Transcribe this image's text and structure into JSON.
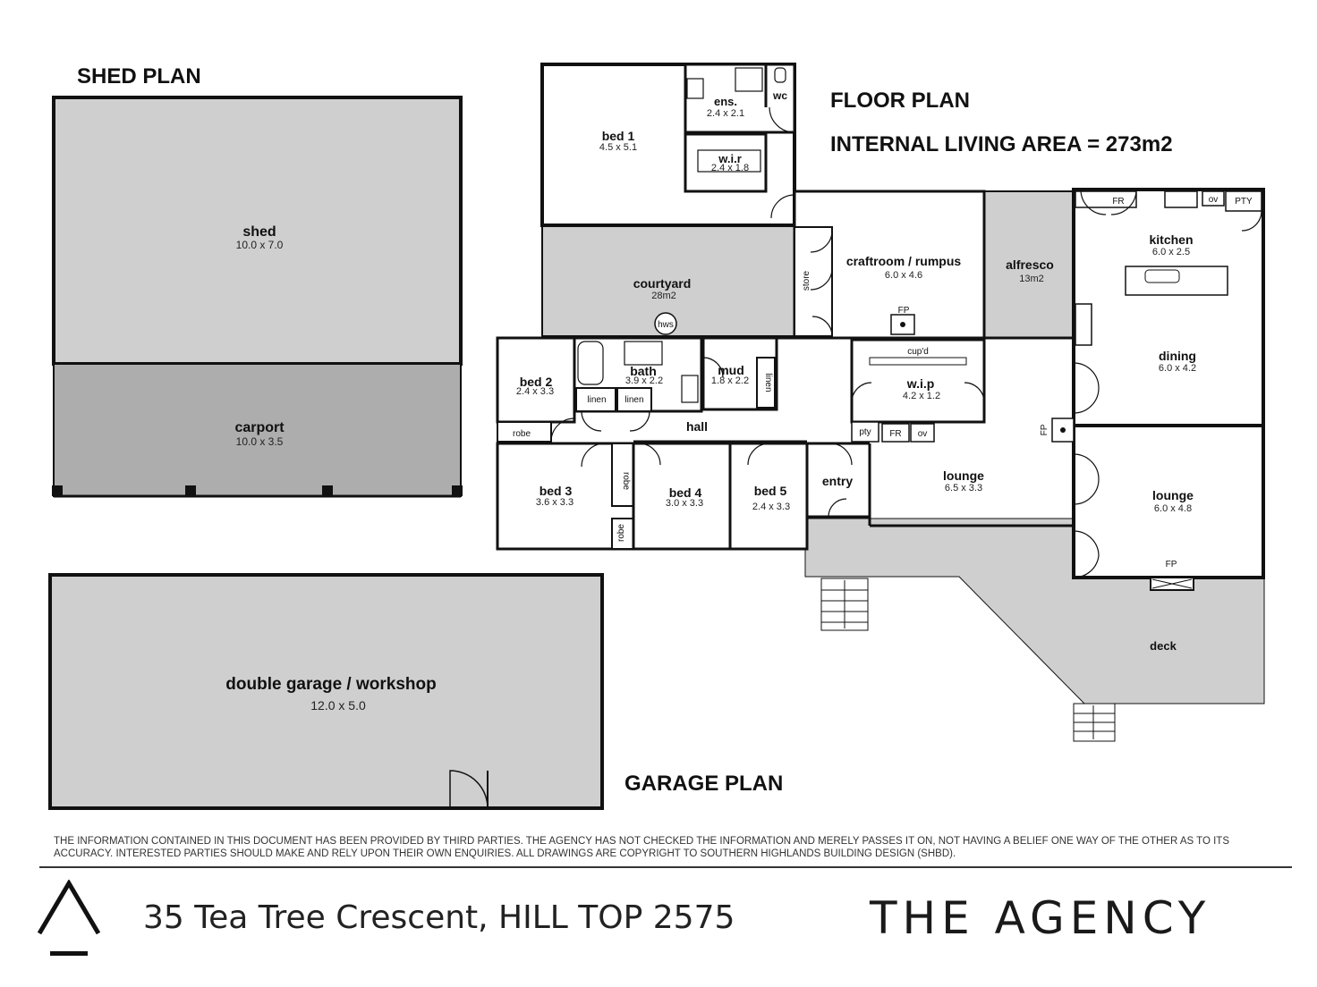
{
  "headings": {
    "shed_plan": "SHED PLAN",
    "floor_plan": "FLOOR PLAN",
    "living_area": "INTERNAL LIVING AREA = 273m2",
    "garage_plan": "GARAGE PLAN"
  },
  "shed_plan": {
    "shed": {
      "name": "shed",
      "dims": "10.0 x 7.0"
    },
    "carport": {
      "name": "carport",
      "dims": "10.0 x 3.5"
    }
  },
  "garage_plan": {
    "garage": {
      "name": "double garage / workshop",
      "dims": "12.0 x 5.0"
    }
  },
  "floor_plan": {
    "rooms": {
      "bed1": {
        "name": "bed 1",
        "dims": "4.5 x 5.1"
      },
      "ens": {
        "name": "ens.",
        "dims": "2.4 x 2.1"
      },
      "wc": {
        "name": "wc"
      },
      "wir": {
        "name": "w.i.r",
        "dims": "2.4 x 1.8"
      },
      "courtyard": {
        "name": "courtyard",
        "dims": "28m2"
      },
      "hws": {
        "name": "hws"
      },
      "store": {
        "name": "store"
      },
      "craftroom": {
        "name": "craftroom / rumpus",
        "dims": "6.0 x 4.6"
      },
      "alfresco": {
        "name": "alfresco",
        "dims": "13m2"
      },
      "kitchen": {
        "name": "kitchen",
        "dims": "6.0 x 2.5"
      },
      "fr": {
        "name": "FR"
      },
      "ov": {
        "name": "ov"
      },
      "pty": {
        "name": "PTY"
      },
      "dining": {
        "name": "dining",
        "dims": "6.0 x 4.2"
      },
      "bed2": {
        "name": "bed 2",
        "dims": "2.4 x 3.3"
      },
      "bath": {
        "name": "bath",
        "dims": "3.9 x 2.2"
      },
      "mud": {
        "name": "mud",
        "dims": "1.8 x 2.2"
      },
      "linen1": {
        "name": "linen"
      },
      "linen2": {
        "name": "linen"
      },
      "linen3": {
        "name": "linen"
      },
      "robe1": {
        "name": "robe"
      },
      "hall": {
        "name": "hall"
      },
      "wip": {
        "name": "w.i.p",
        "dims": "4.2 x 1.2"
      },
      "cupd": {
        "name": "cup'd"
      },
      "pty2": {
        "name": "pty"
      },
      "fr2": {
        "name": "FR"
      },
      "ov2": {
        "name": "ov"
      },
      "fp_craft": {
        "name": "FP"
      },
      "fp_dining": {
        "name": "FP"
      },
      "fp_lounge": {
        "name": "FP"
      },
      "bed3": {
        "name": "bed 3",
        "dims": "3.6 x 3.3"
      },
      "robe2": {
        "name": "robe"
      },
      "robe3": {
        "name": "robe"
      },
      "bed4": {
        "name": "bed 4",
        "dims": "3.0 x 3.3"
      },
      "bed5": {
        "name": "bed 5",
        "dims": "2.4 x 3.3"
      },
      "entry": {
        "name": "entry"
      },
      "lounge1": {
        "name": "lounge",
        "dims": "6.5 x 3.3"
      },
      "lounge2": {
        "name": "lounge",
        "dims": "6.0 x 4.8"
      },
      "deck": {
        "name": "deck"
      }
    }
  },
  "disclaimer": "THE INFORMATION CONTAINED IN THIS DOCUMENT HAS BEEN PROVIDED BY THIRD PARTIES. THE AGENCY HAS NOT CHECKED THE INFORMATION AND MERELY PASSES IT ON, NOT HAVING A BELIEF ONE WAY OF THE OTHER AS TO ITS ACCURACY. INTERESTED PARTIES SHOULD MAKE AND RELY UPON THEIR OWN ENQUIRIES. ALL DRAWINGS ARE COPYRIGHT TO SOUTHERN HIGHLANDS BUILDING DESIGN (SHBD).",
  "footer": {
    "address": "35 Tea Tree Crescent, HILL TOP 2575",
    "brand": "THE AGENCY",
    "logo_icon": "caret-logo-icon"
  },
  "colors": {
    "wall": "#111111",
    "paved": "#cfcfcf",
    "carport": "#adadad",
    "floor": "#ffffff"
  }
}
